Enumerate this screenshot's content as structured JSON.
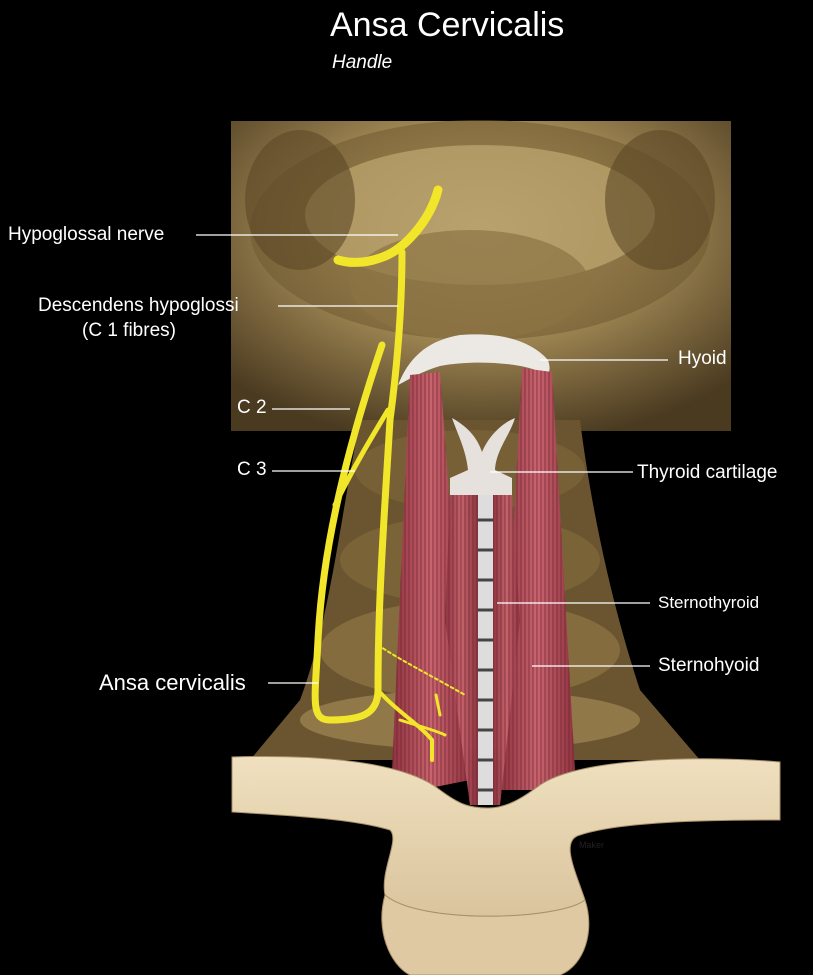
{
  "title": "Ansa Cervicalis",
  "subtitle": "Handle",
  "labels": {
    "hypoglossal_nerve": "Hypoglossal nerve",
    "descendens_line1": "Descendens hypoglossi",
    "descendens_line2": "(C 1 fibres)",
    "c2": "C 2",
    "c3": "C 3",
    "ansa_cervicalis": "Ansa cervicalis",
    "hyoid": "Hyoid",
    "thyroid_cartilage": "Thyroid cartilage",
    "sternothyroid": "Sternothyroid",
    "sternohyoid": "Sternohyoid"
  },
  "watermark": "Maker",
  "colors": {
    "background": "#000000",
    "nerve": "#f2e62a",
    "muscle": "#b04a55",
    "bone_3d": "#8a7447",
    "sternum": "#e8d6b2",
    "cartilage": "#e6e1dc"
  }
}
